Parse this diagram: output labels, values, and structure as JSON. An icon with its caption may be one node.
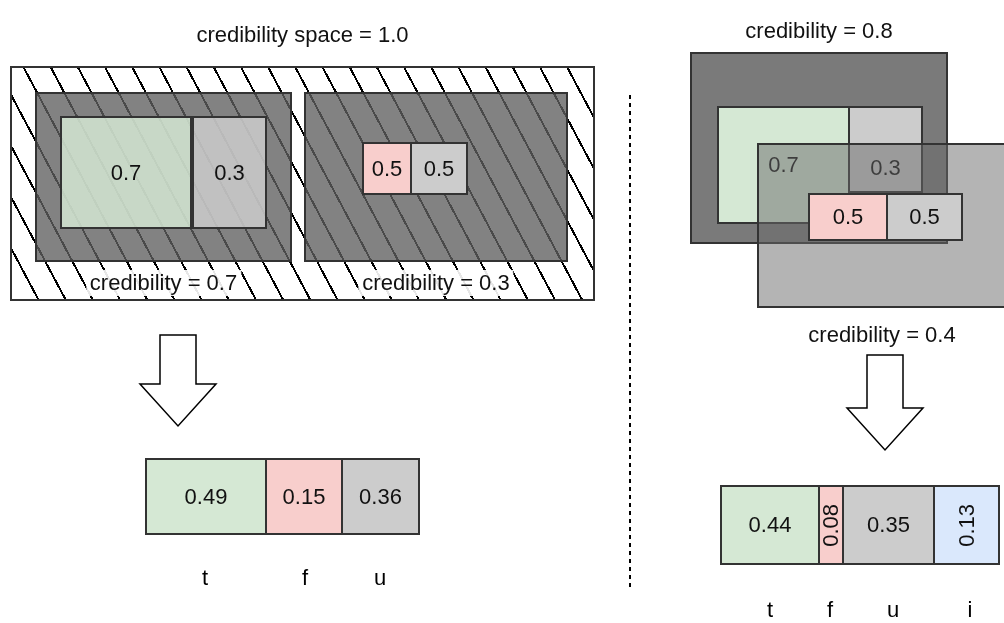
{
  "diagram": {
    "nodes": [
      {
        "text": [
          "credibility space = 1.0"
        ]
      },
      {
        "text": [
          "credibility = 0.7"
        ],
        "in": 0
      },
      {
        "text": [
          "0.7"
        ],
        "in": 1
      },
      {
        "text": [
          "0.3"
        ],
        "in": 1
      },
      {
        "text": [
          "credibility = 0.3"
        ],
        "in": 0
      },
      {
        "text": [
          "0.5"
        ],
        "in": 4
      },
      {
        "text": [
          "0.5"
        ],
        "in": 4
      },
      {
        "text": [],
        "shape": "box"
      },
      {
        "text": [
          "0.49"
        ],
        "in": 7
      },
      {
        "text": [
          "0.15"
        ],
        "in": 7
      },
      {
        "text": [
          "0.36"
        ],
        "in": 7
      },
      {
        "text": [
          "credibility = 0.8"
        ]
      },
      {
        "text": [
          "0.7"
        ],
        "in": 11
      },
      {
        "text": [
          "0.3"
        ],
        "in": 11
      },
      {
        "text": [
          "credibility = 0.4"
        ]
      },
      {
        "text": [
          "0.5"
        ]
      },
      {
        "text": [
          "0.5"
        ],
        "in": 14
      },
      {
        "text": [],
        "shape": "box"
      },
      {
        "text": [
          "0.44"
        ],
        "in": 17
      },
      {
        "text": [
          "0.08"
        ],
        "in": 17
      },
      {
        "text": [
          "0.35"
        ],
        "in": 17
      },
      {
        "text": [
          "0.13"
        ],
        "in": 17
      }
    ],
    "edges": [
      {
        "from": 0,
        "to": 7,
        "arrow": "to"
      },
      {
        "from": 14,
        "to": 17,
        "arrow": "to"
      }
    ],
    "labels": [
      "t",
      "f",
      "u",
      "t",
      "f",
      "u",
      "i"
    ]
  }
}
